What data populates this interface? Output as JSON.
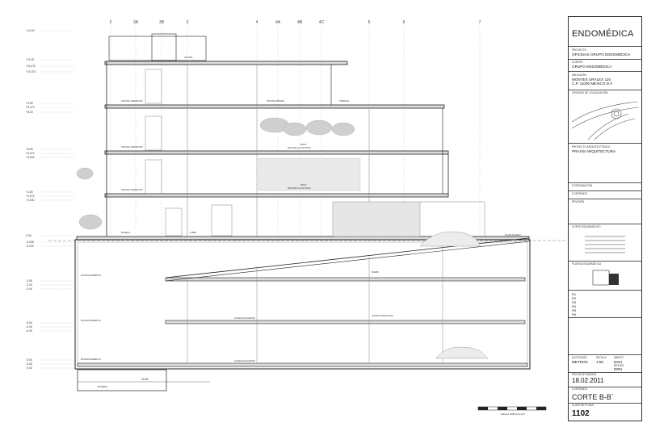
{
  "axes": [
    "2",
    "3A",
    "3B",
    "3",
    "4",
    "4A",
    "4B",
    "4C",
    "5",
    "6",
    "7"
  ],
  "levels_left": [
    "+14.00",
    "+11.00",
    "+11.472",
    "+10.372",
    "+9.80",
    "+8.472",
    "+8.40",
    "+5.80",
    "+5.472",
    "+5.400",
    "+2.80",
    "+2.472",
    "+2.400",
    "0.00",
    "-0.028",
    "-0.200",
    "-3.08",
    "-3.25",
    "-3.40",
    "-6.00",
    "-6.28",
    "-6.40",
    "-9.00",
    "-9.28",
    "-9.40"
  ],
  "room_labels": {
    "roof_terraza": "AZOTEA",
    "oficina_1": "OFICINA / SERVICIOS",
    "oficina_pasillo": "OFICINA PRIVADA",
    "terraza": "TERRAZA",
    "patio": "PATIO",
    "patio_sub": "(DE PASO AL ESTUDIO)",
    "bodega": "BODEGA",
    "lobby": "LOBBY",
    "rampa": "RAMPA",
    "acceso": "ACCESO VEHICULAR",
    "estacionamiento": "ESTACIONAMIENTO",
    "elevador": "ACCESO ELEVADOR",
    "cisterna": "CISTERNA",
    "plaza": "PLAZA ACCESO"
  },
  "dimension_bottom": "15.80",
  "scale_label": "ESCALA GRÁFICA 1:100",
  "titleblock": {
    "brand": "ENDOMÉDICA",
    "proyecto_label": "PROYECTO",
    "proyecto": "OFICINAS GRUPO ENDOMÉDICA",
    "cliente_label": "CLIENTE",
    "cliente": "GRUPO ENDOMÉDICA",
    "ubicacion_label": "UBICACIÓN",
    "ubicacion_1": "MONTES URALES 115",
    "ubicacion_2": "C.P. 11000 MÉXICO D.F.",
    "croquis_label": "CROQUIS DE LOCALIZACIÓN",
    "proyecto_arq_label": "PROYECTO ARQUITECTÓNICO",
    "proyecto_arq": "PRAXIS ARQUITECTURA",
    "coordinacion_label": "COORDINACIÓN",
    "contenido_label": "CONTENIDO",
    "revision_label": "REVISIÓN",
    "corte_label": "CORTE ESQUEMÁTICO",
    "planta_label": "PLANTA ESQUEMÁTICA",
    "revisiones": [
      "R1",
      "R2",
      "R3",
      "R4",
      "R5",
      "R6"
    ],
    "acotacion_label": "ACOTACIÓN",
    "acotacion": "METROS",
    "escala_label": "ESCALA",
    "escala": "1:50",
    "dibujo_label": "DIBUJÓ",
    "dibujo": "DGH",
    "reviso_label": "REVISÓ",
    "reviso": "DRN",
    "fecha_label": "FECHA DE EMISIÓN",
    "fecha": "18.02.2011",
    "contenido2_label": "CONTENIDO",
    "contenido": "CORTE B-B´",
    "clave_label": "CLAVE DE PLANO",
    "clave": "1102"
  }
}
